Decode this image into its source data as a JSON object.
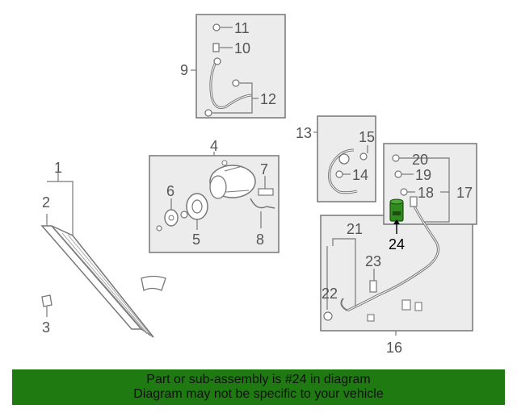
{
  "labels": {
    "l1": "1",
    "l2": "2",
    "l3": "3",
    "l4": "4",
    "l5": "5",
    "l6": "6",
    "l7": "7",
    "l8": "8",
    "l9": "9",
    "l10": "10",
    "l11": "11",
    "l12": "12",
    "l13": "13",
    "l14": "14",
    "l15": "15",
    "l16": "16",
    "l17": "17",
    "l18": "18",
    "l19": "19",
    "l20": "20",
    "l21": "21",
    "l22": "22",
    "l23": "23",
    "l24": "24"
  },
  "highlight": {
    "part": "24",
    "color": "#2e8b1c"
  },
  "banner": {
    "line1": "Part or sub-assembly is #24 in diagram",
    "line2": "Diagram may not be specific to your vehicle",
    "color": "#1f7a12"
  }
}
